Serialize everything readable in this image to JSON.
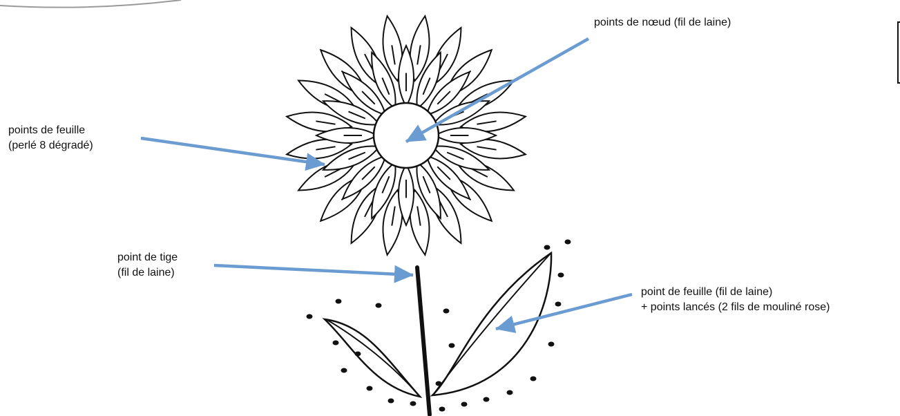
{
  "colors": {
    "arrow": "#6a9bd1",
    "ink": "#111111",
    "frame": "#9a9a9a",
    "background": "#ffffff"
  },
  "labels": {
    "centre": {
      "line1": "points de nœud (fil de laine)"
    },
    "petals": {
      "line1": "points de feuille",
      "line2": "(perlé 8 dégradé)"
    },
    "stem": {
      "line1": "point de tige",
      "line2": "(fil de laine)"
    },
    "leaf": {
      "line1": "point de feuille (fil de laine)",
      "line2": "+ points lancés (2 fils de mouliné rose)"
    }
  }
}
